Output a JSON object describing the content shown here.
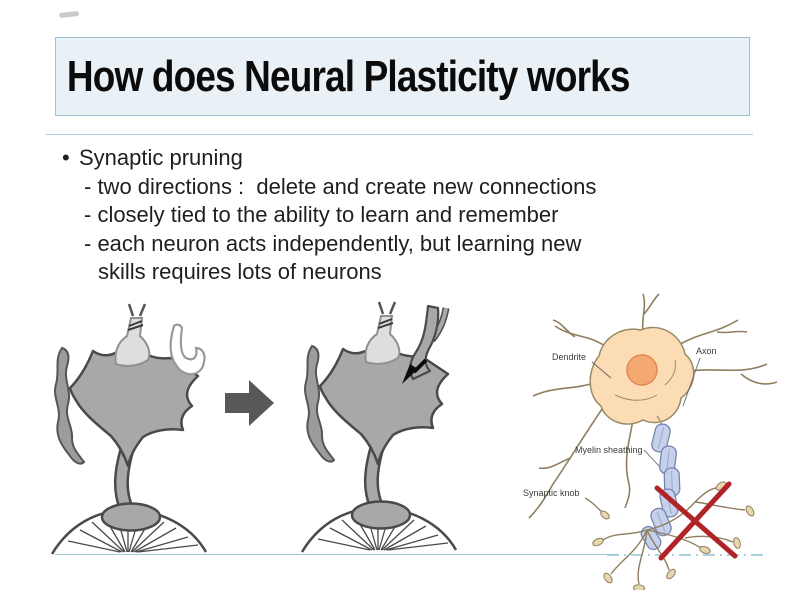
{
  "slide": {
    "title": "How does Neural Plasticity works"
  },
  "content": {
    "bullet_marker": "•",
    "bullet_text": "Synaptic pruning",
    "sub_bullets": [
      "- two directions :  delete and create new connections",
      "- closely tied to the ability to learn and remember",
      "- each neuron acts independently, but learning new",
      "skills requires lots of neurons"
    ]
  },
  "neuron_figure_labels": {
    "dendrite": "Dendrite",
    "axon": "Axon",
    "myelin": "Myelin sheathing",
    "synaptic_knob": "Synaptic knob"
  },
  "colors": {
    "title_box_bg": "#e9f1f6",
    "title_box_border": "#9cc2d2",
    "divider_blue": "#a9ced9",
    "body_text": "#1f1f1f",
    "synapse_gray": "#a8a8a8",
    "synapse_outline": "#4a4a4a",
    "presynaptic_terminal_fill": "#dedede",
    "block_arrow_gray": "#585858",
    "soma_fill": "#fbdcb4",
    "nucleus_fill": "#f6a873",
    "myelin_fill": "#c5d0ea",
    "myelin_stroke": "#7585b0",
    "knob_fill": "#e7d5ae",
    "neurite_stroke": "#8f7f5f",
    "prune_x_red": "#b02326",
    "baseline_blue": "#9fcbd8"
  }
}
